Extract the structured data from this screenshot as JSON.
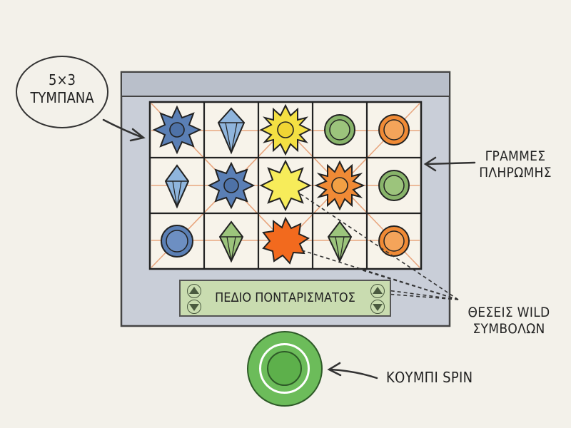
{
  "annotations": {
    "reels": "5×3\nΤΥΜΠΑΝΑ",
    "reels_line1": "5×3",
    "reels_line2": "ΤΥΜΠΑΝΑ",
    "paylines_line1": "ΓΡΑΜΜΕΣ",
    "paylines_line2": "ΠΛΗΡΩΜΗΣ",
    "wild_line1": "ΘΕΣΕΙΣ WILD",
    "wild_line2": "ΣΥΜΒΟΛΩΝ",
    "spin": "ΚΟΥΜΠΙ SPIN"
  },
  "bet_panel": {
    "label": "ΠΕΔΙΟ ΠΟΝΤΑΡΙΣΜΑΤΟΣ"
  },
  "reels": {
    "columns": 5,
    "rows": 3,
    "grid": [
      [
        "star-8-blue",
        "gem-blue",
        "star-12-yellow",
        "coin-green",
        "coin-orange"
      ],
      [
        "gem-blue",
        "star-8-blue",
        "star-8-yellow-wild",
        "star-12-orange",
        "coin-green"
      ],
      [
        "coin-blue",
        "gem-green",
        "star-10-orange-wild",
        "gem-green",
        "coin-orange"
      ]
    ]
  },
  "colors": {
    "background": "#f3f1ea",
    "machine_frame": "#c9ced8",
    "machine_header": "#b9bfca",
    "payline": "#e8a27a",
    "blue": "#5a7fb5",
    "yellow": "#f4e043",
    "orange": "#f08a35",
    "green": "#88b46a",
    "spin_button": "#6cbc5a",
    "bet_panel": "#c9dcb0"
  }
}
